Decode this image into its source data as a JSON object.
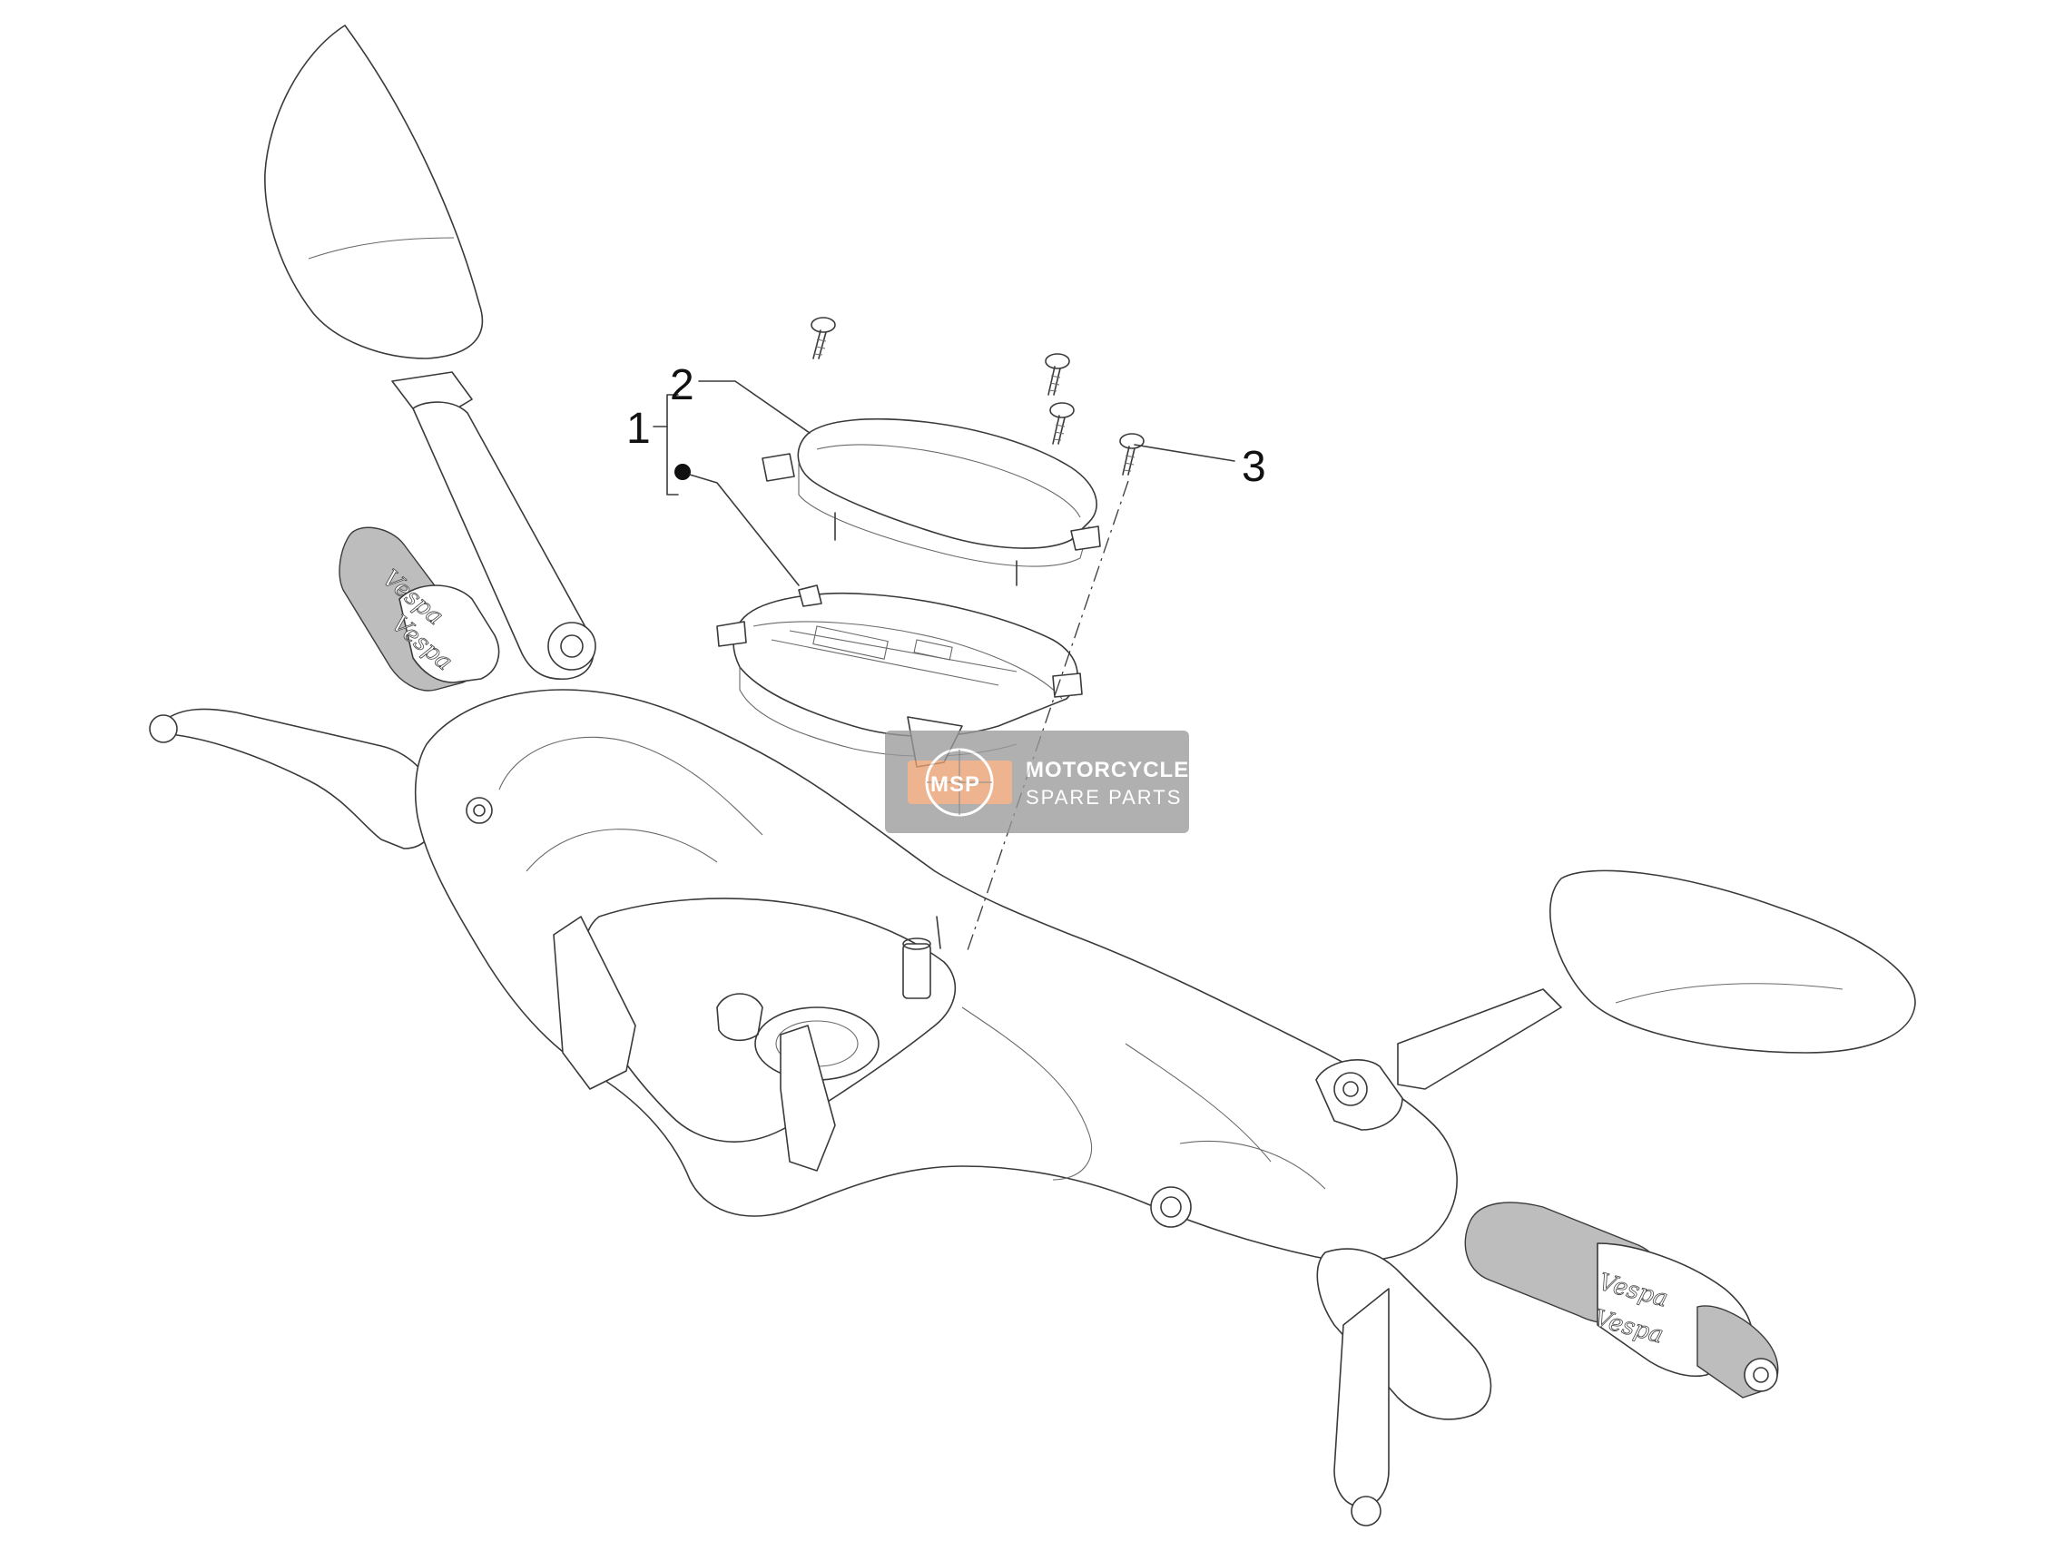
{
  "callouts": {
    "one": "1",
    "two": "2",
    "three": "3"
  },
  "watermark": {
    "logo": "MSP",
    "line1": "MOTORCYCLE",
    "line2": "SPARE PARTS"
  },
  "grip_brand": "Vespa",
  "colors": {
    "line": "#3a3a3a",
    "watermark_bg": "#9a9a9a",
    "watermark_accent": "#e8a070"
  }
}
